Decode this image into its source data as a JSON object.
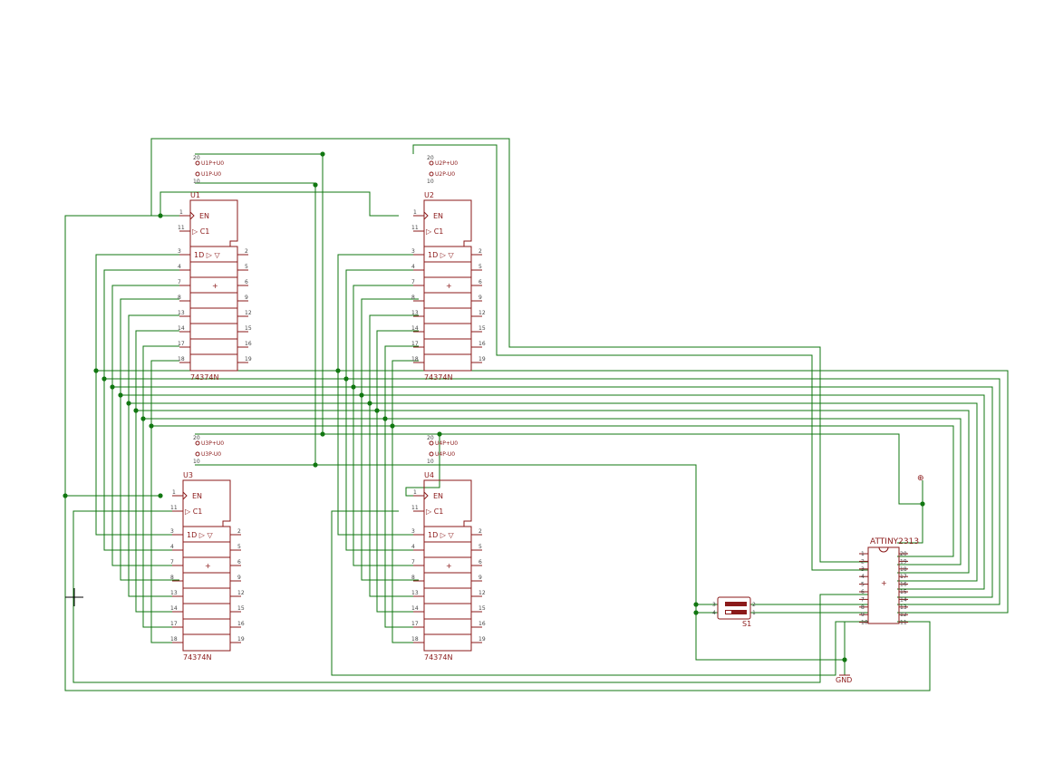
{
  "colors": {
    "wire": "#117711",
    "part": "#8b1a1a",
    "background": "#ffffff"
  },
  "latch": {
    "en": "EN",
    "c1": "C1",
    "d": "1D",
    "plus": "+",
    "left_pins": [
      "3",
      "4",
      "7",
      "8",
      "13",
      "14",
      "17",
      "18"
    ],
    "right_pins": [
      "2",
      "5",
      "6",
      "9",
      "12",
      "15",
      "16",
      "19"
    ],
    "en_pin": "1",
    "clk_pin": "11"
  },
  "chips": [
    {
      "id": "U1",
      "value": "74374N",
      "supply": "U1P+U0",
      "supply2": "U1P-U0",
      "pin20": "20",
      "pin10": "10"
    },
    {
      "id": "U2",
      "value": "74374N",
      "supply": "U2P+U0",
      "supply2": "U2P-U0",
      "pin20": "20",
      "pin10": "10"
    },
    {
      "id": "U3",
      "value": "74374N",
      "supply": "U3P+U0",
      "supply2": "U3P-U0",
      "pin20": "20",
      "pin10": "10"
    },
    {
      "id": "U4",
      "value": "74374N",
      "supply": "U4P+U0",
      "supply2": "U4P-U0",
      "pin20": "20",
      "pin10": "10"
    }
  ],
  "mcu": {
    "name": "ATTINY2313",
    "plus": "+",
    "left_pins": [
      "1",
      "2",
      "3",
      "4",
      "5",
      "6",
      "7",
      "8",
      "9",
      "10"
    ],
    "right_pins": [
      "20",
      "19",
      "18",
      "17",
      "16",
      "15",
      "14",
      "13",
      "12",
      "11"
    ]
  },
  "switch": {
    "name": "S1",
    "pins_left": [
      "3",
      "4"
    ],
    "pins_right": [
      "2",
      "1"
    ]
  },
  "power": {
    "gnd": "GND",
    "vcc_symbol": "⊕"
  }
}
